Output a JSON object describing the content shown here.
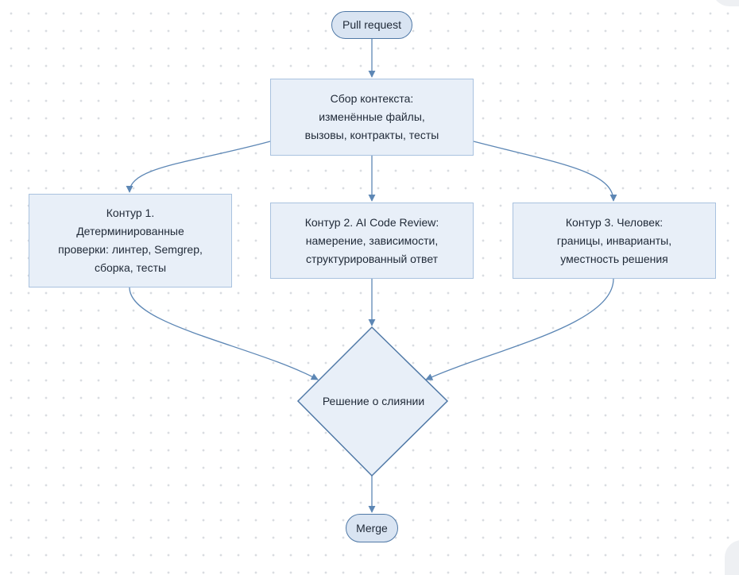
{
  "nodes": {
    "start": "Pull request",
    "context": {
      "lines": [
        "Сбор контекста:",
        "изменённые файлы,",
        "вызовы, контракты, тесты"
      ]
    },
    "loop1": {
      "lines": [
        "Контур 1.",
        "Детерминированные",
        "проверки: линтер, Semgrep,",
        "сборка, тесты"
      ]
    },
    "loop2": {
      "lines": [
        "Контур 2. AI Code Review:",
        "намерение, зависимости,",
        "структурированный ответ"
      ]
    },
    "loop3": {
      "lines": [
        "Контур 3. Человек:",
        "границы, инварианты,",
        "уместность решения"
      ]
    },
    "decision": "Решение о слиянии",
    "end": "Merge"
  },
  "edges": [
    {
      "from": "start",
      "to": "context"
    },
    {
      "from": "context",
      "to": "loop1"
    },
    {
      "from": "context",
      "to": "loop2"
    },
    {
      "from": "context",
      "to": "loop3"
    },
    {
      "from": "loop1",
      "to": "decision"
    },
    {
      "from": "loop2",
      "to": "decision"
    },
    {
      "from": "loop3",
      "to": "decision"
    },
    {
      "from": "decision",
      "to": "end"
    }
  ],
  "colors": {
    "node_fill": "#e8eff8",
    "terminal_fill": "#d9e4f2",
    "stroke": "#4f78a6",
    "edge": "#5d87b5"
  }
}
